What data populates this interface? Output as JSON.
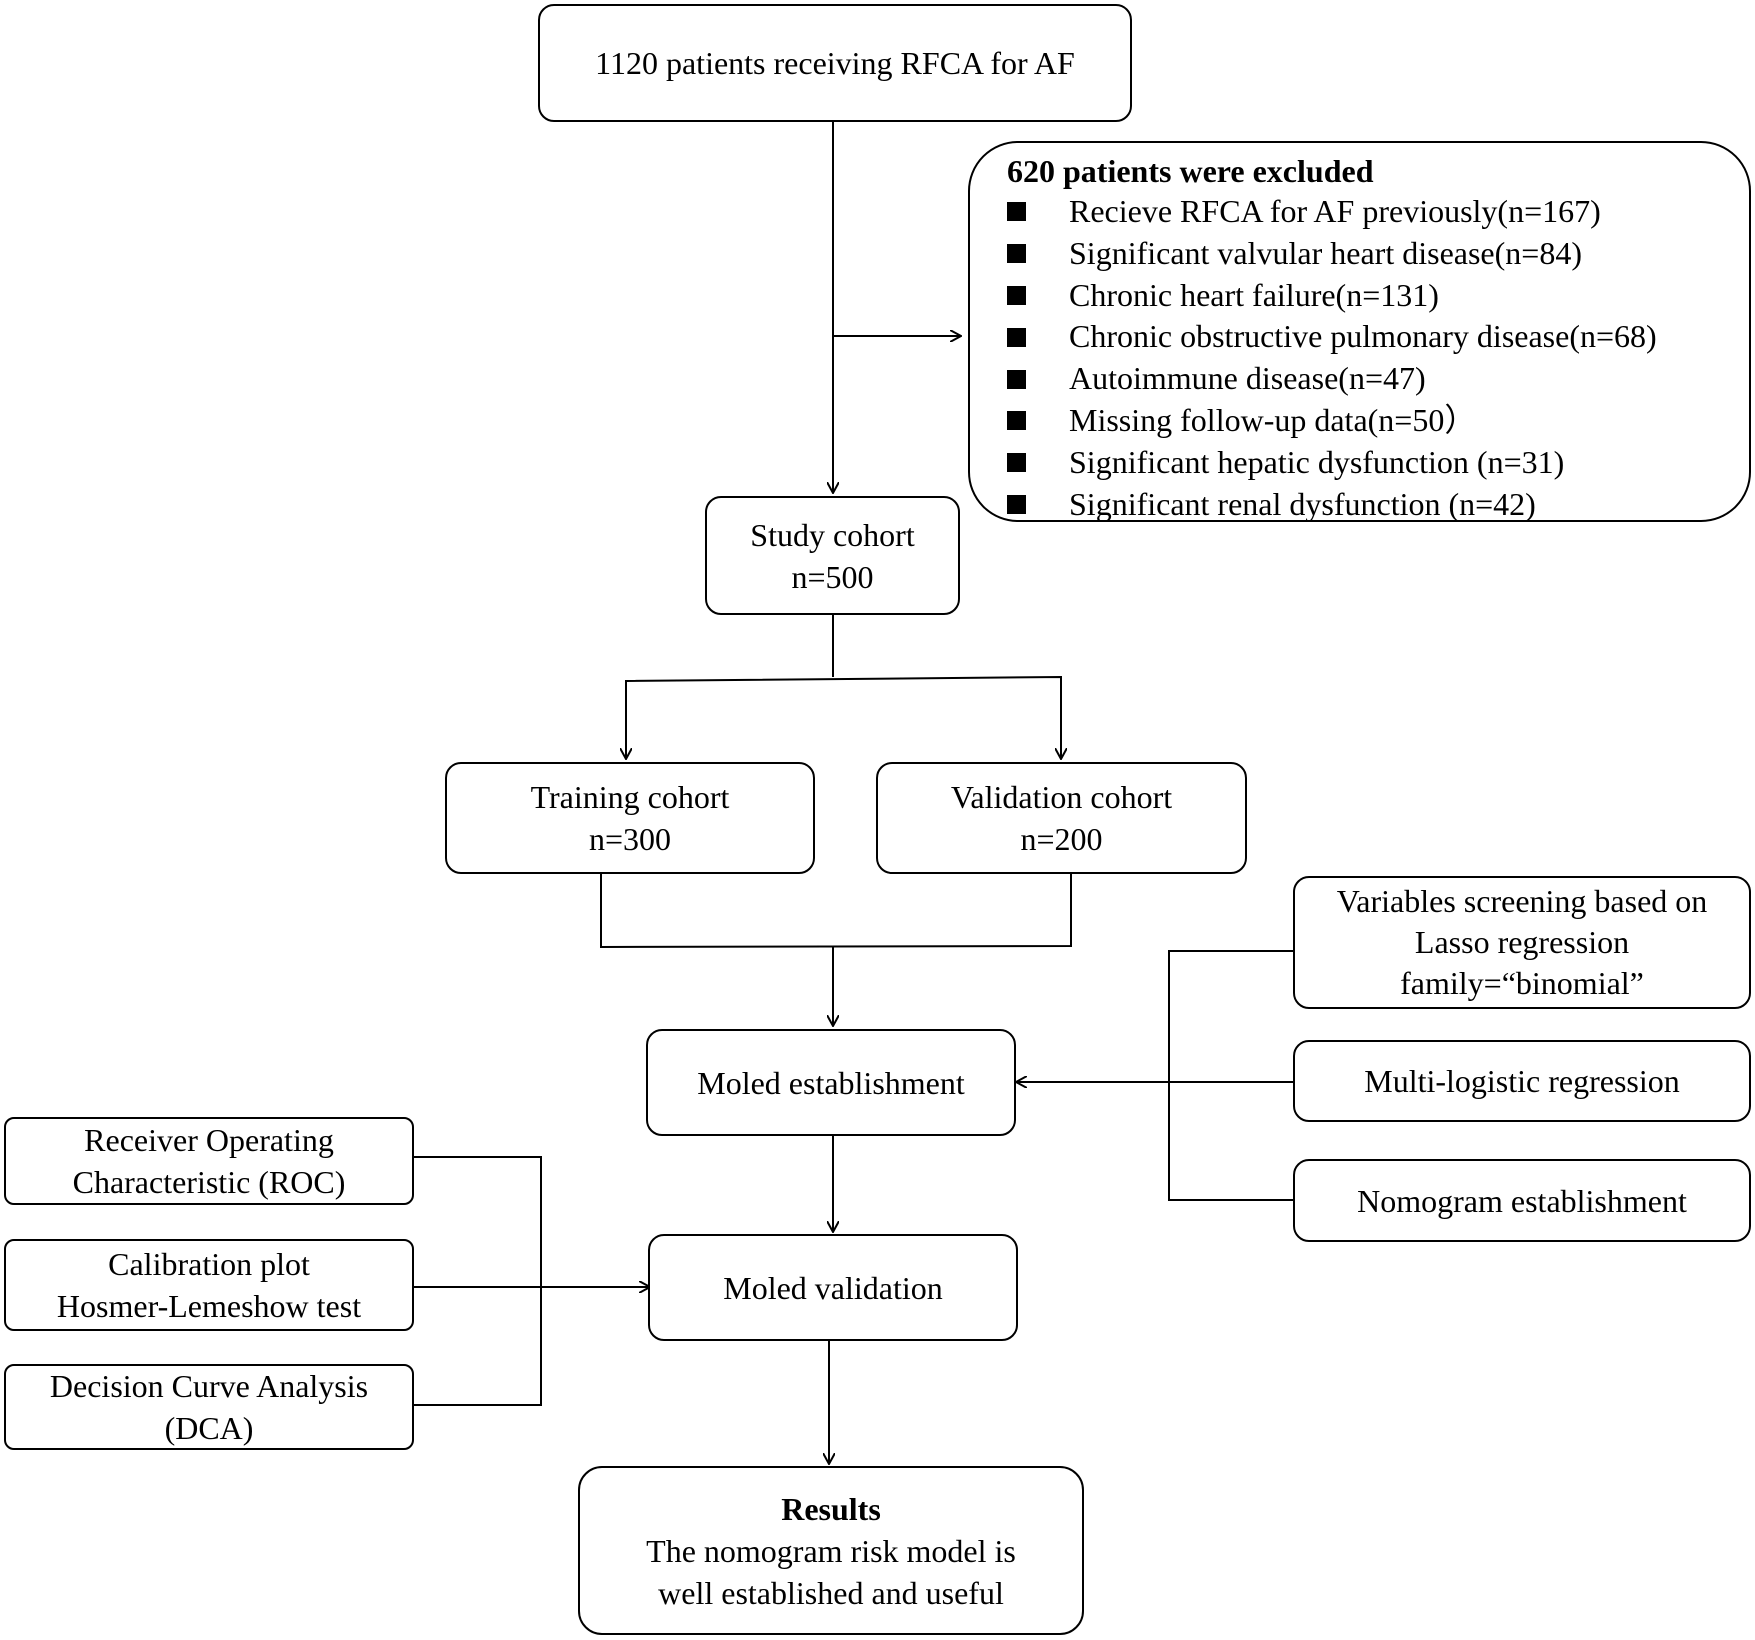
{
  "nodes": {
    "total": "1120 patients receiving RFCA for AF",
    "study": [
      "Study cohort",
      "n=500"
    ],
    "training": [
      "Training cohort",
      "n=300"
    ],
    "validation": [
      "Validation cohort",
      "n=200"
    ],
    "establishment": "Moled establishment",
    "moled_validation": "Moled validation",
    "results": {
      "title": "Results",
      "lines": [
        "The nomogram risk model is",
        "well established and useful"
      ]
    }
  },
  "exclusion": {
    "title": "620 patients were excluded",
    "items": [
      "Recieve RFCA for AF previously(n=167)",
      "Significant valvular heart disease(n=84)",
      "Chronic heart failure(n=131)",
      "Chronic obstructive pulmonary disease(n=68)",
      "Autoimmune disease(n=47)",
      "Missing follow-up data(n=50）",
      "Significant hepatic dysfunction (n=31)",
      "Significant renal dysfunction (n=42)"
    ]
  },
  "methods": {
    "lasso": [
      "Variables screening based on",
      "Lasso regression",
      "family=“binomial”"
    ],
    "logistic": "Multi-logistic regression",
    "nomogram": "Nomogram establishment"
  },
  "evaluation": {
    "roc": [
      "Receiver Operating",
      "Characteristic (ROC)"
    ],
    "calibration": [
      "Calibration plot",
      "Hosmer-Lemeshow test"
    ],
    "dca": [
      "Decision Curve Analysis",
      "(DCA)"
    ]
  }
}
